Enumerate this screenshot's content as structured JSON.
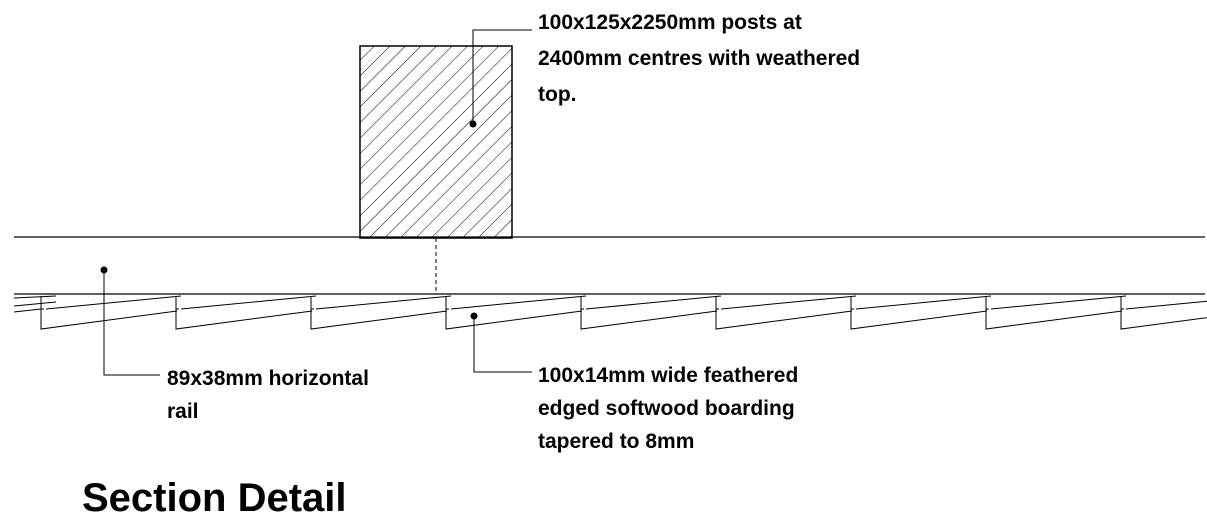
{
  "annotations": {
    "post": {
      "lines": [
        "100x125x2250mm posts at",
        "2400mm centres with weathered",
        "top."
      ]
    },
    "rail": {
      "lines": [
        "89x38mm horizontal",
        "rail"
      ]
    },
    "boarding": {
      "lines": [
        "100x14mm wide feathered",
        "edged softwood boarding",
        "tapered to 8mm"
      ]
    }
  },
  "title": "Section Detail",
  "colors": {
    "ink": "#000000",
    "background": "#ffffff"
  }
}
